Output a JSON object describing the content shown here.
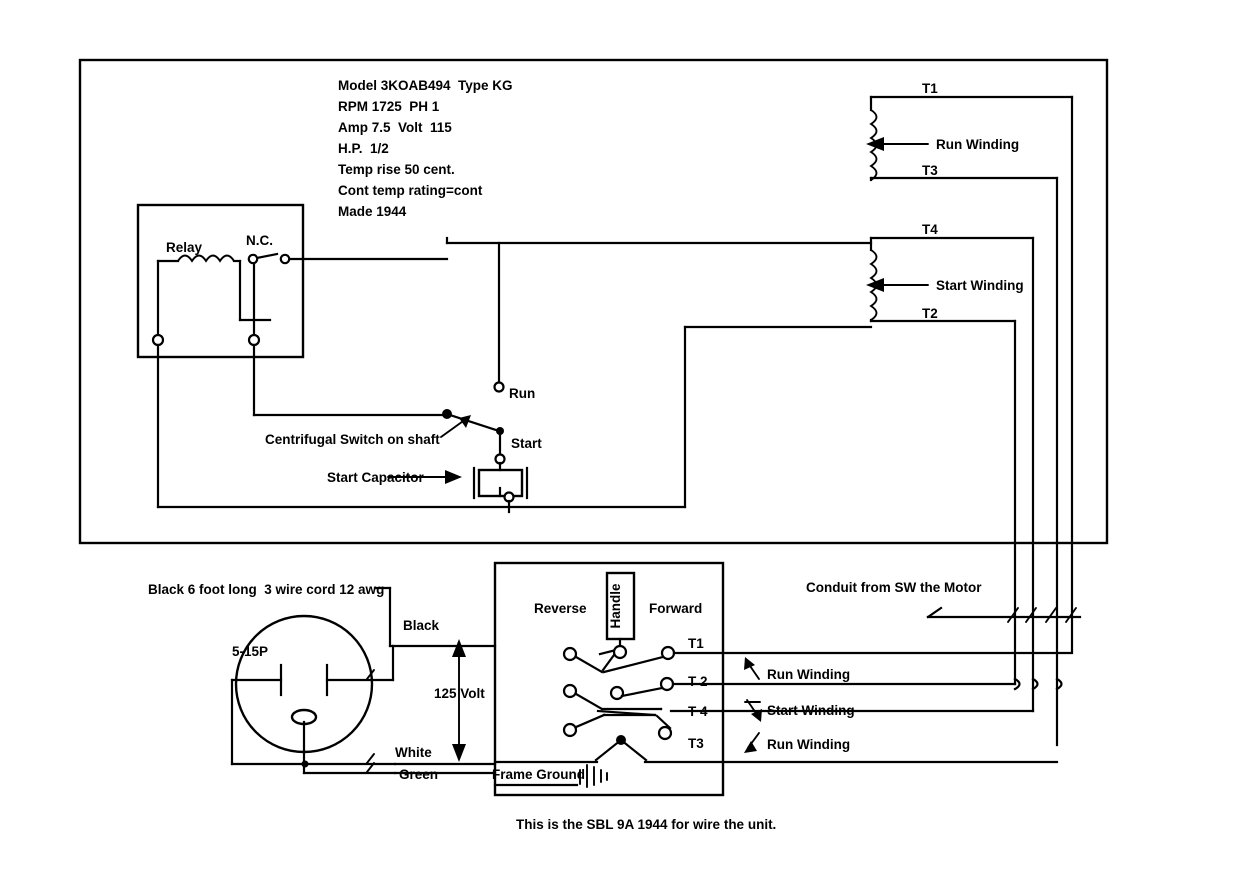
{
  "diagram": {
    "caption": "This is the SBL 9A 1944 for wire the unit.",
    "nameplate": [
      "Model 3KOAB494  Type KG",
      "RPM 1725  PH 1",
      "Amp 7.5  Volt  115",
      "H.P.  1/2",
      "Temp rise 50 cent.",
      "Cont temp rating=cont",
      "Made 1944"
    ],
    "motor": {
      "relay_label": "Relay",
      "nc_label": "N.C.",
      "centrifugal_switch_label": "Centrifugal Switch on shaft",
      "start_capacitor_label": "Start Capacitor",
      "run_contact_label": "Run",
      "start_contact_label": "Start",
      "run_winding_label": "Run Winding",
      "start_winding_label": "Start Winding",
      "terminals": {
        "t1": "T1",
        "t3": "T3",
        "t4": "T4",
        "t2": "T2"
      }
    },
    "cord": {
      "note": "Black 6 foot long  3 wire cord 12 awg",
      "plug_type": "5-15P",
      "black": "Black",
      "white": "White",
      "green": "Green",
      "voltage": "125 Volt"
    },
    "switchbox": {
      "reverse_label": "Reverse",
      "forward_label": "Forward",
      "handle_label": "Handle",
      "frame_ground_label": "Frame Ground",
      "terminals": {
        "t1": "T1",
        "t2": "T 2",
        "t4": "T 4",
        "t3": "T3"
      },
      "leads": [
        "Run Winding",
        "Start Winding",
        "Run Winding"
      ]
    },
    "conduit": {
      "label": "Conduit from SW the Motor"
    },
    "colors": {
      "line": "#000000",
      "background": "#ffffff"
    }
  }
}
